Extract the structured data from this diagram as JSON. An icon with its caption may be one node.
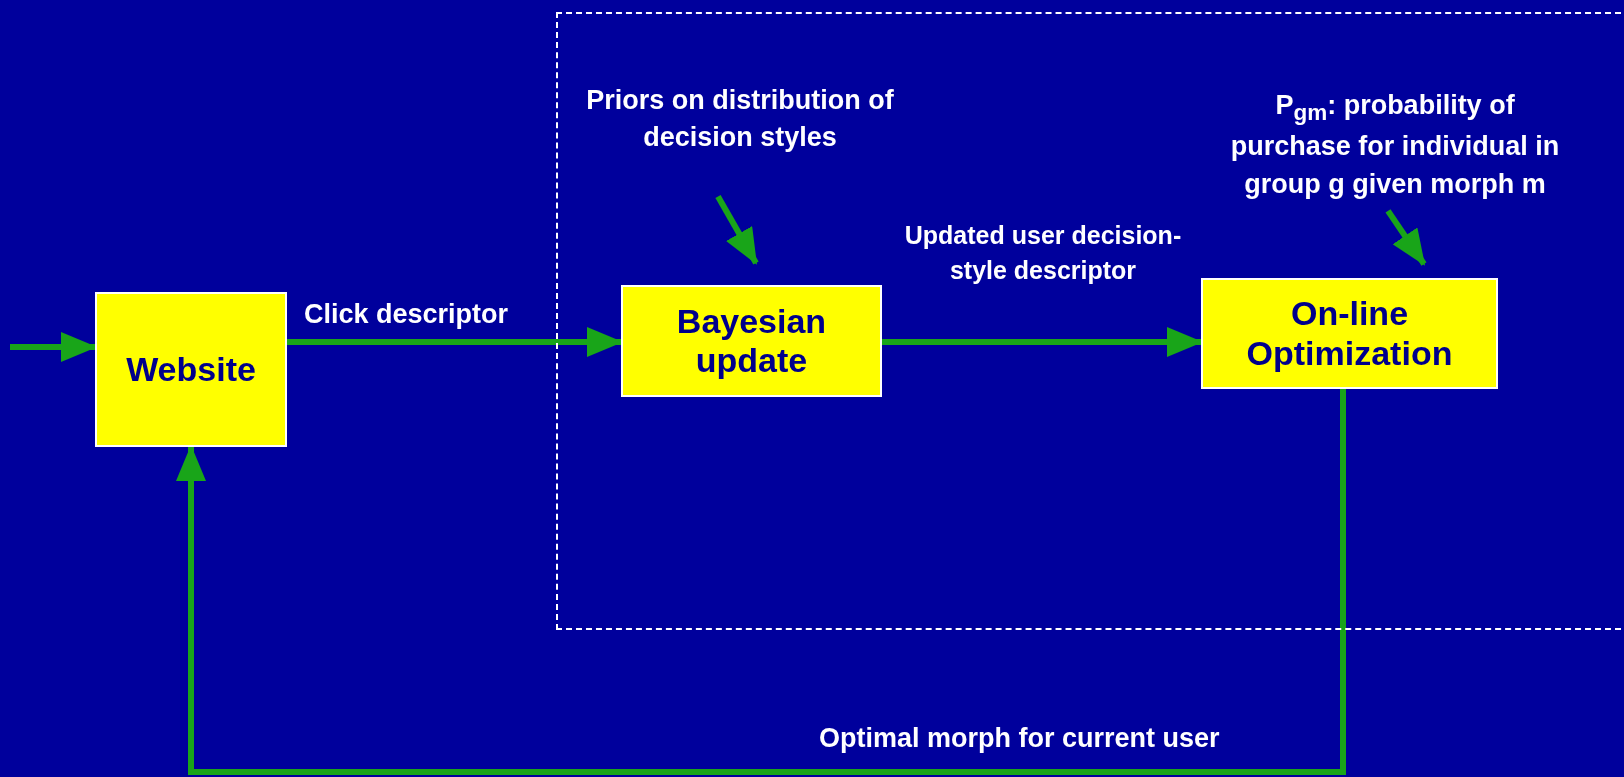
{
  "diagram": {
    "nodes": [
      {
        "text": [
          "Website"
        ]
      },
      {
        "text": [],
        "shape": "box"
      },
      {
        "text": [
          "Priors on distribution of decision styles"
        ],
        "in": 1
      },
      {
        "text": [
          "Bayesian update"
        ],
        "in": 1
      },
      {
        "text": [
          "P$_{gm}$: probability of purchase for individual in group g given morph m"
        ],
        "in": 1
      },
      {
        "text": [
          "On-line Optimization"
        ],
        "in": 1
      }
    ],
    "edges": [
      {
        "from": null,
        "to": 0,
        "arrow": "to"
      },
      {
        "from": 0,
        "to": 3,
        "arrow": "to",
        "label": "Click descriptor"
      },
      {
        "from": 3,
        "to": 5,
        "arrow": "to",
        "label": "Updated user decision-style descriptor"
      },
      {
        "from": 5,
        "to": 0,
        "arrow": "to",
        "label": "Optimal morph for current user"
      },
      {
        "from": 2,
        "to": 3,
        "arrow": "to"
      },
      {
        "from": 4,
        "to": 5,
        "arrow": "to"
      }
    ]
  }
}
